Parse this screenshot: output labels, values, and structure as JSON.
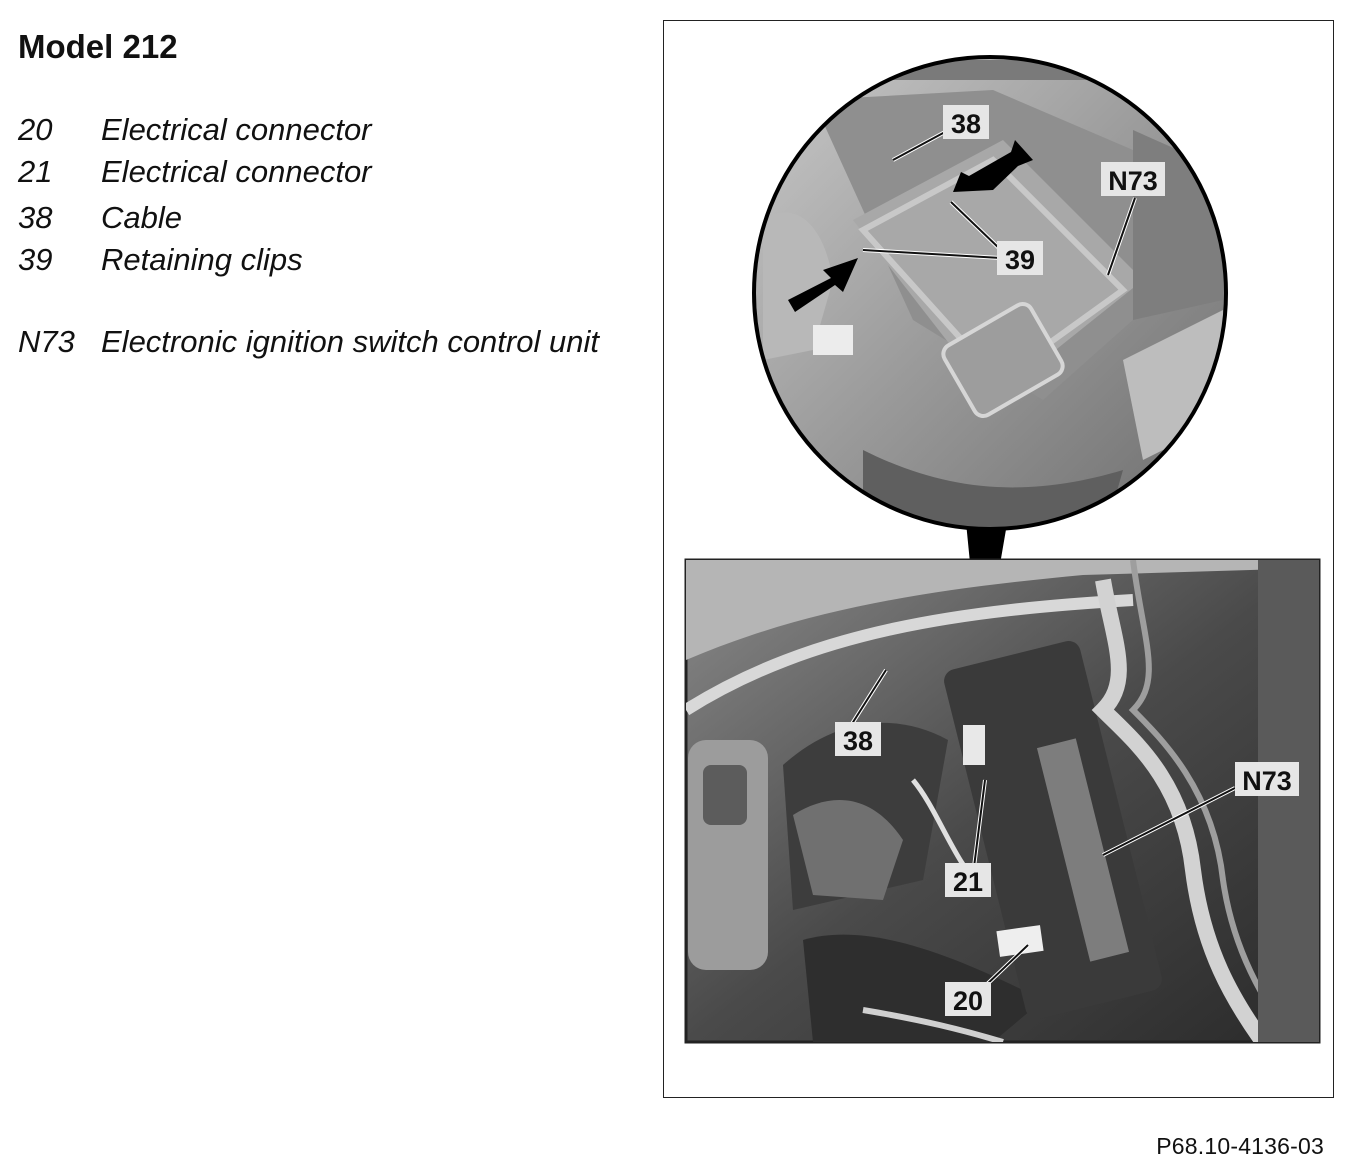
{
  "page": {
    "title": "Model 212",
    "figure_code": "P68.10-4136-03"
  },
  "legend": [
    {
      "number": "20",
      "description": "Electrical connector"
    },
    {
      "number": "21",
      "description": "Electrical connector"
    },
    {
      "number": "38",
      "description": "Cable"
    },
    {
      "number": "39",
      "description": "Retaining clips"
    },
    {
      "number": "N73",
      "description": "Electronic ignition switch control unit"
    }
  ],
  "figure": {
    "detail_view_labels": {
      "cable": "38",
      "retaining_clips": "39",
      "control_unit": "N73"
    },
    "overview_labels": {
      "cable": "38",
      "connector_21": "21",
      "connector_20": "20",
      "control_unit": "N73"
    }
  }
}
